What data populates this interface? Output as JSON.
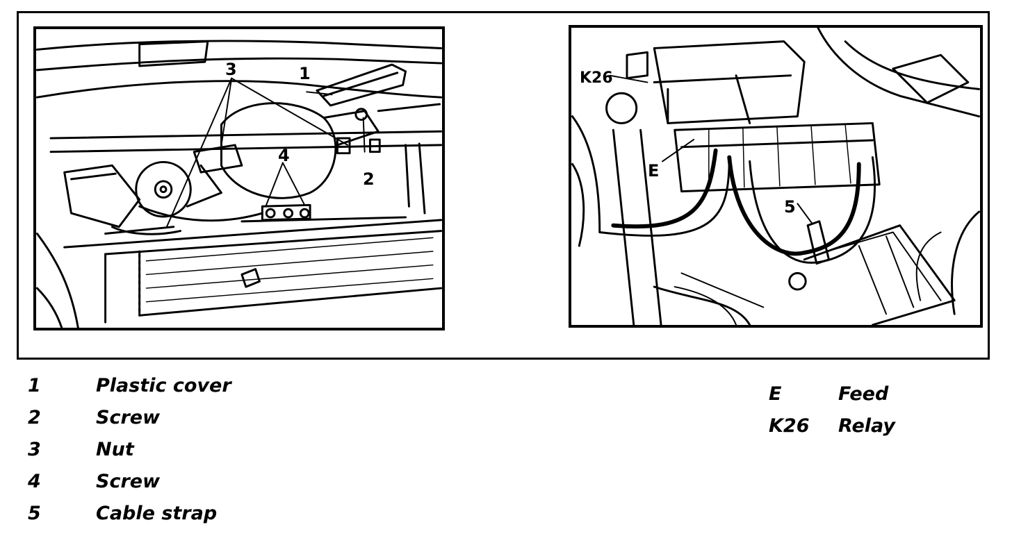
{
  "left_callouts": {
    "c1": "1",
    "c2": "2",
    "c3": "3",
    "c4": "4"
  },
  "right_callouts": {
    "k26": "K26",
    "e": "E",
    "c5": "5"
  },
  "legend_left": [
    {
      "num": "1",
      "label": "Plastic cover"
    },
    {
      "num": "2",
      "label": "Screw"
    },
    {
      "num": "3",
      "label": "Nut"
    },
    {
      "num": "4",
      "label": "Screw"
    },
    {
      "num": "5",
      "label": "Cable strap"
    }
  ],
  "legend_right": [
    {
      "code": "E",
      "label": "Feed"
    },
    {
      "code": "K26",
      "label": "Relay"
    }
  ]
}
